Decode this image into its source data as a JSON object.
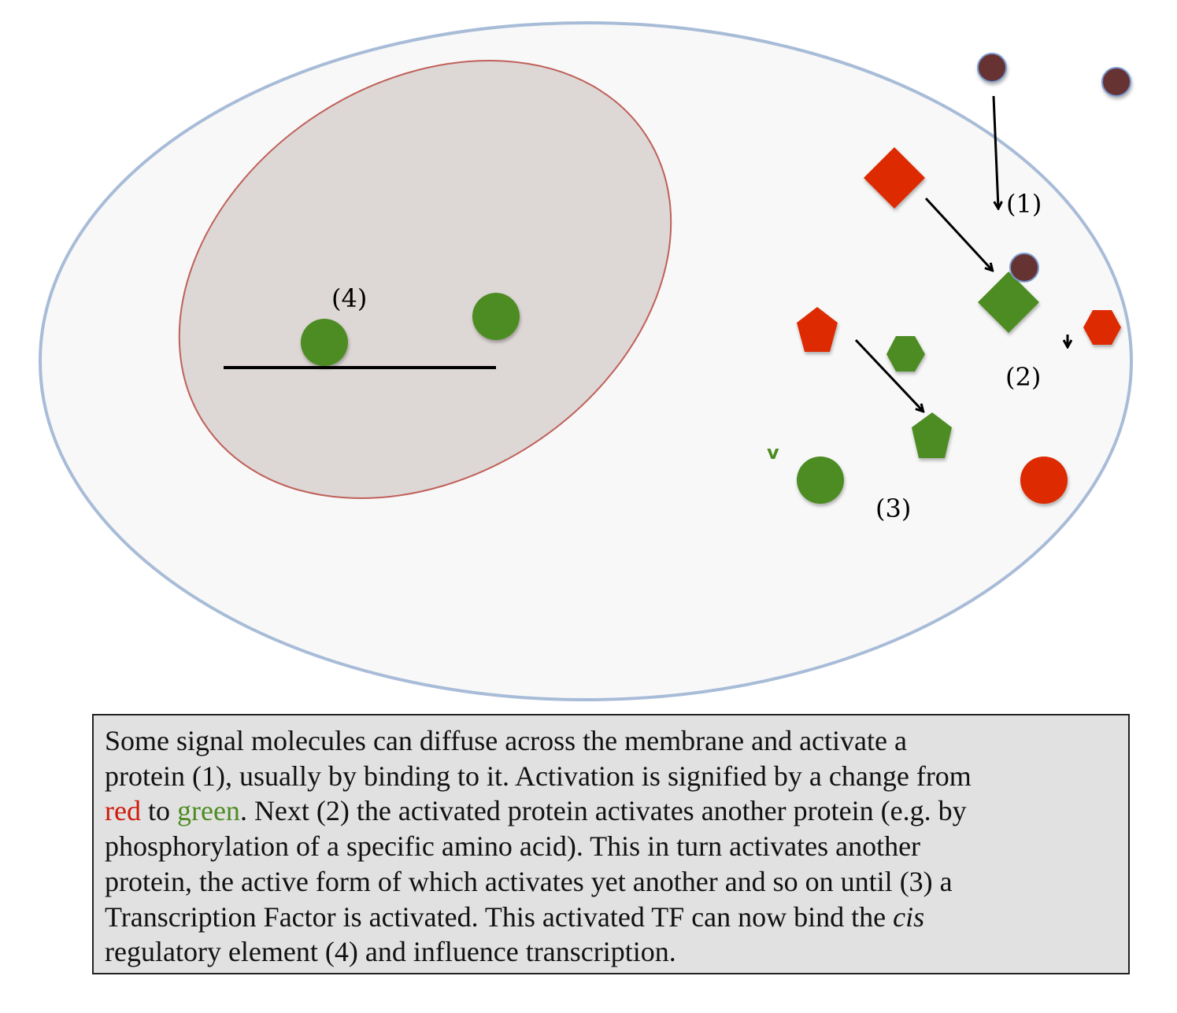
{
  "labels": {
    "step1": "(1)",
    "step2": "(2)",
    "step3": "(3)",
    "step4": "(4)",
    "green_mark": "v"
  },
  "colors": {
    "inactive": "#dd2c00",
    "active": "#4e8c22",
    "signal": "#663333",
    "cell_border": "#a8bcd8",
    "nucleus_border": "#c0605a"
  },
  "caption": {
    "l1": "Some signal molecules can diffuse across the membrane and activate a",
    "l2": "protein (1), usually by binding to it. Activation is signified by a change from",
    "l3_red": "red",
    "l3_mid": " to ",
    "l3_green": "green",
    "l3_rest": ". Next (2) the activated protein activates another protein (e.g. by",
    "l4": "phosphorylation of a specific amino acid). This in turn activates another",
    "l5": "protein, the active form of which activates yet another and so on until (3) a",
    "l6": "Transcription Factor is activated. This activated TF can now bind the ",
    "l6_it": "cis",
    "l7": "regulatory element (4) and influence transcription."
  }
}
